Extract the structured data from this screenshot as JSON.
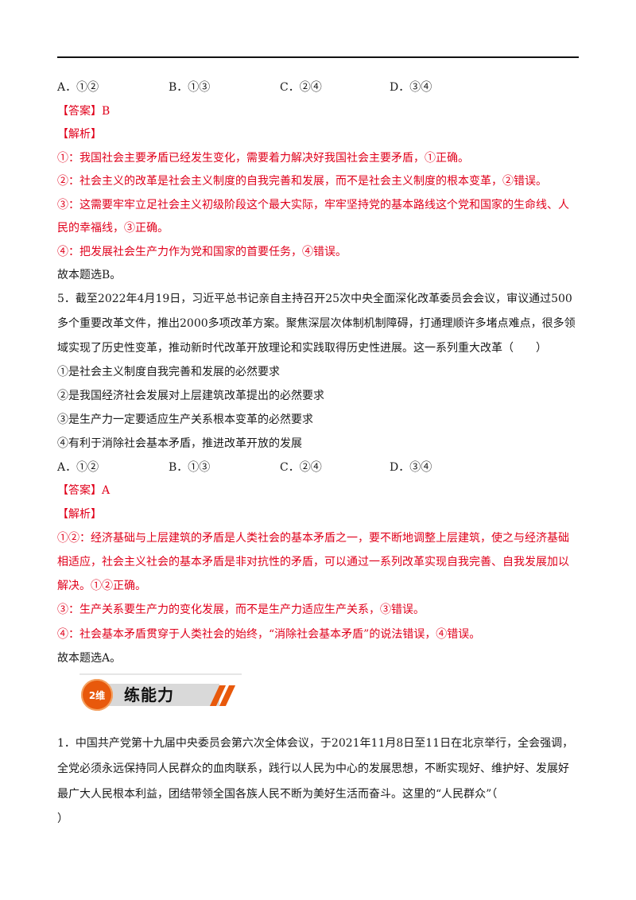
{
  "q4": {
    "options": [
      "A．①②",
      "B．①③",
      "C．②④",
      "D．③④"
    ],
    "answer_label": "【答案】",
    "answer_value": "B",
    "analysis_label": "【解析】",
    "analysis": [
      "①：我国社会主要矛盾已经发生变化，需要着力解决好我国社会主要矛盾，①正确。",
      "②：社会主义的改革是社会主义制度的自我完善和发展，而不是社会主义制度的根本变革，②错误。",
      "③：这需要牢牢立足社会主义初级阶段这个最大实际，牢牢坚持党的基本路线这个党和国家的生命线、人",
      "民的幸福线，③正确。",
      "④：把发展社会生产力作为党和国家的首要任务，④错误。"
    ],
    "conclusion": "故本题选B。"
  },
  "q5": {
    "stem": [
      "5．截至2022年4月19日，习近平总书记亲自主持召开25次中央全面深化改革委员会会议，审议通过500",
      "多个重要改革文件，推出2000多项改革方案。聚焦深层次体制机制障碍，打通理顺许多堵点难点，很多领",
      "域实现了历史性变革，推动新时代改革开放理论和实践取得历史性进展。这一系列重大改革（　　）"
    ],
    "items": [
      "①是社会主义制度自我完善和发展的必然要求",
      "②是我国经济社会发展对上层建筑改革提出的必然要求",
      "③是生产力一定要适应生产关系根本变革的必然要求",
      "④有利于消除社会基本矛盾，推进改革开放的发展"
    ],
    "options": [
      "A．①②",
      "B．①③",
      "C．②④",
      "D．③④"
    ],
    "answer_label": "【答案】",
    "answer_value": "A",
    "analysis_label": "【解析】",
    "analysis": [
      "①②：经济基础与上层建筑的矛盾是人类社会的基本矛盾之一，要不断地调整上层建筑，使之与经济基础",
      "相适应，社会主义社会的基本矛盾是非对抗性的矛盾，可以通过一系列改革实现自我完善、自我发展加以",
      "解决。①②正确。",
      "③：生产关系要生产力的变化发展，而不是生产力适应生产关系，③错误。",
      "④：社会基本矛盾贯穿于人类社会的始终，“消除社会基本矛盾”的说法错误，④错误。"
    ],
    "conclusion": "故本题选A。"
  },
  "section": {
    "badge": "2维",
    "title": "练能力"
  },
  "q1": {
    "stem": [
      "1．中国共产党第十九届中央委员会第六次全体会议，于2021年11月8日至11日在北京举行，全会强调，",
      "全党必须永远保持同人民群众的血肉联系，践行以人民为中心的发展思想，不断实现好、维护好、发展好",
      "最广大人民根本利益，团结带领全国各族人民不断为美好生活而奋斗。这里的“人民群众”（",
      "）"
    ]
  },
  "colors": {
    "accent_red": "#e0001b",
    "brand_orange": "#e8590c"
  }
}
